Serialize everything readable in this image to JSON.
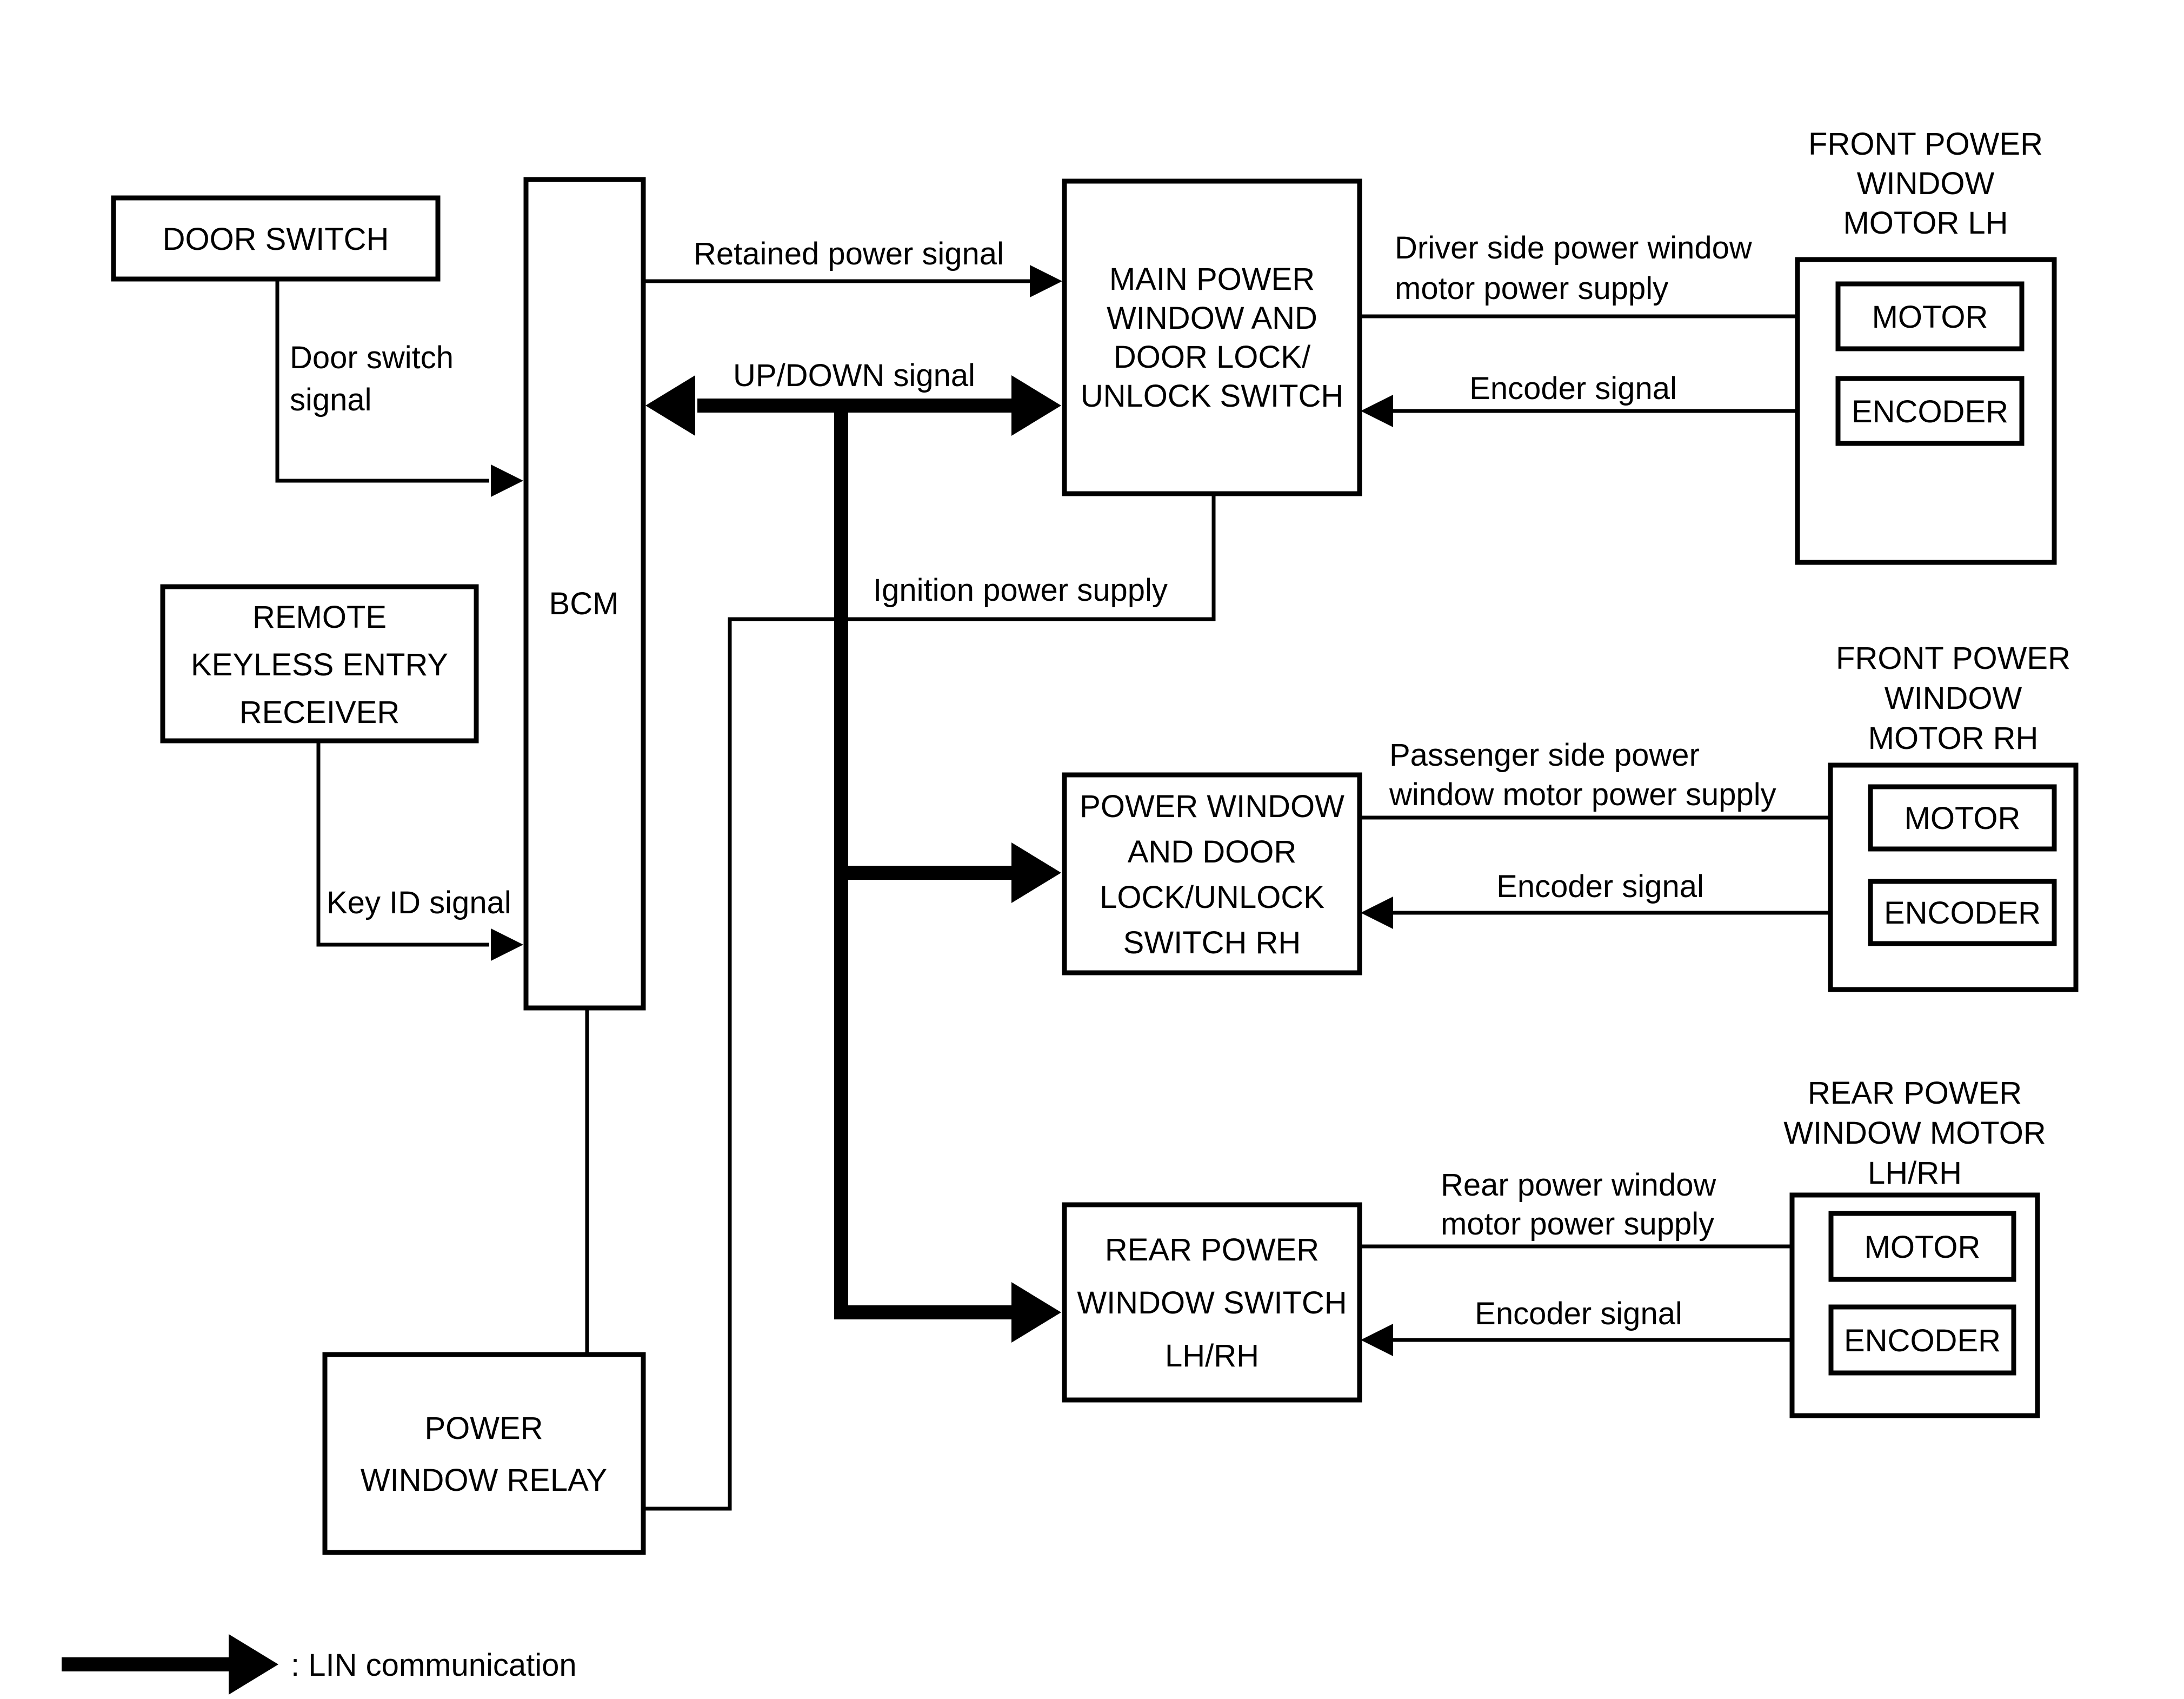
{
  "colors": {
    "line": "#000000",
    "background": "#ffffff"
  },
  "nodes": {
    "door_switch": {
      "label": "DOOR SWITCH"
    },
    "bcm": {
      "label": "BCM"
    },
    "rke": {
      "line1": "REMOTE",
      "line2": "KEYLESS ENTRY",
      "line3": "RECEIVER"
    },
    "main_switch": {
      "line1": "MAIN POWER",
      "line2": "WINDOW AND",
      "line3": "DOOR LOCK/",
      "line4": "UNLOCK SWITCH"
    },
    "rh_switch": {
      "line1": "POWER WINDOW",
      "line2": "AND DOOR",
      "line3": "LOCK/UNLOCK",
      "line4": "SWITCH RH"
    },
    "rear_switch": {
      "line1": "REAR POWER",
      "line2": "WINDOW SWITCH",
      "line3": "LH/RH"
    },
    "relay": {
      "line1": "POWER",
      "line2": "WINDOW RELAY"
    },
    "lh_motor": {
      "title1": "FRONT POWER",
      "title2": "WINDOW",
      "title3": "MOTOR LH",
      "motor": "MOTOR",
      "encoder": "ENCODER"
    },
    "rh_motor": {
      "title1": "FRONT POWER",
      "title2": "WINDOW",
      "title3": "MOTOR RH",
      "motor": "MOTOR",
      "encoder": "ENCODER"
    },
    "rear_motor": {
      "title1": "REAR POWER",
      "title2": "WINDOW MOTOR",
      "title3": "LH/RH",
      "motor": "MOTOR",
      "encoder": "ENCODER"
    }
  },
  "signals": {
    "door_switch1": "Door switch",
    "door_switch2": "signal",
    "key_id": "Key ID signal",
    "retained": "Retained power signal",
    "up_down": "UP/DOWN signal",
    "ignition": "Ignition power supply",
    "driver1": "Driver side power window",
    "driver2": "motor power supply",
    "encoder_lh": "Encoder signal",
    "passenger1": "Passenger side power",
    "passenger2": "window motor power supply",
    "encoder_rh": "Encoder signal",
    "rear1": "Rear power window",
    "rear2": "motor power supply",
    "encoder_rear": "Encoder signal"
  },
  "legend": {
    "label": ": LIN communication"
  }
}
